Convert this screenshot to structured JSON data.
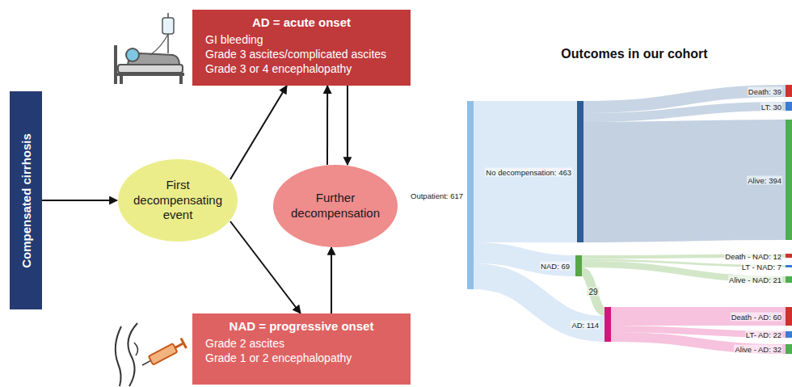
{
  "diagram": {
    "title": "Outcomes in our cohort",
    "nodes": [
      {
        "text": [
          "Compensated cirrhosis"
        ]
      },
      {
        "text": [
          "First decompensating event"
        ]
      },
      {
        "text": [
          "AD = acute onset",
          "GI bleeding",
          "Grade 3 ascites/complicated ascites",
          "Grade 3 or 4 encephalopathy"
        ]
      },
      {
        "text": [
          "NAD = progressive onset",
          "Grade 2 ascites",
          "Grade 1 or 2 encephalopathy"
        ]
      },
      {
        "text": [
          "Further decompensation"
        ]
      },
      {
        "text": [
          "Outpatient: 617"
        ]
      },
      {
        "text": [
          "No decompensation: 463"
        ]
      },
      {
        "text": [
          "NAD: 69"
        ]
      },
      {
        "text": [
          "AD: 114"
        ]
      },
      {
        "text": [
          "Death: 39"
        ]
      },
      {
        "text": [
          "LT: 30"
        ]
      },
      {
        "text": [
          "Alive: 394"
        ]
      },
      {
        "text": [
          "Death - NAD: 12"
        ]
      },
      {
        "text": [
          "LT - NAD: 7"
        ]
      },
      {
        "text": [
          "Alive - NAD: 21"
        ]
      },
      {
        "text": [
          "Death - AD: 60"
        ]
      },
      {
        "text": [
          "LT- AD: 22"
        ]
      },
      {
        "text": [
          "Alive - AD: 32"
        ]
      }
    ],
    "edges": [
      {
        "from": 0,
        "to": 1,
        "arrow": "to"
      },
      {
        "from": 1,
        "to": 2,
        "arrow": "to"
      },
      {
        "from": 1,
        "to": 3,
        "arrow": "to"
      },
      {
        "from": 2,
        "to": 4,
        "arrow": "to"
      },
      {
        "from": 4,
        "to": 2,
        "arrow": "to"
      },
      {
        "from": 3,
        "to": 4,
        "arrow": "to"
      },
      {
        "from": 5,
        "to": 6,
        "arrow": "none"
      },
      {
        "from": 5,
        "to": 7,
        "arrow": "none"
      },
      {
        "from": 5,
        "to": 8,
        "arrow": "none"
      },
      {
        "from": 6,
        "to": 9,
        "arrow": "none"
      },
      {
        "from": 6,
        "to": 10,
        "arrow": "none"
      },
      {
        "from": 6,
        "to": 11,
        "arrow": "none"
      },
      {
        "from": 7,
        "to": 12,
        "arrow": "none"
      },
      {
        "from": 7,
        "to": 13,
        "arrow": "none"
      },
      {
        "from": 7,
        "to": 14,
        "arrow": "none"
      },
      {
        "from": 7,
        "to": 8,
        "label": "29",
        "arrow": "none"
      },
      {
        "from": 8,
        "to": 15,
        "arrow": "none"
      },
      {
        "from": 8,
        "to": 16,
        "arrow": "none"
      },
      {
        "from": 8,
        "to": 17,
        "arrow": "none"
      }
    ]
  }
}
